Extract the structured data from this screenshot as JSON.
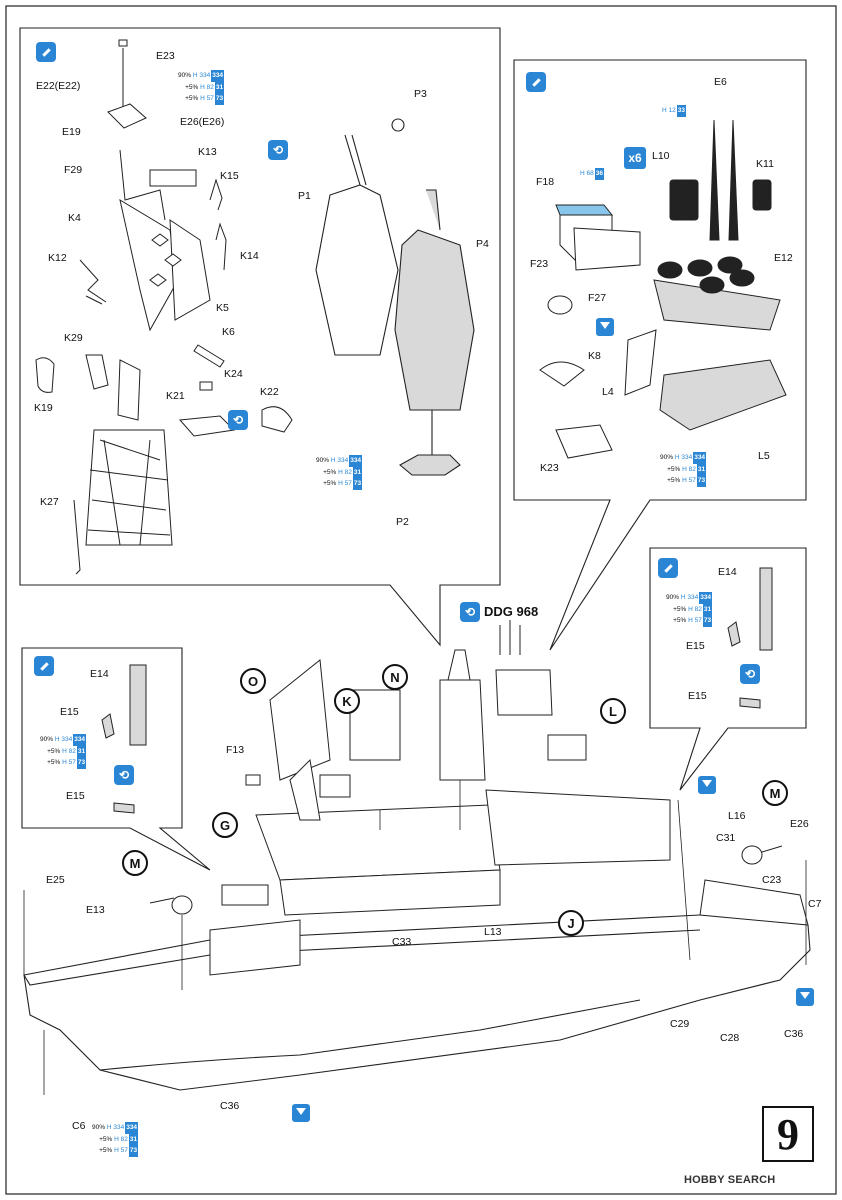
{
  "page_number": "9",
  "ship_label": "DDG 968",
  "multiplier": "x6",
  "watermark": "HOBBY SEARCH",
  "colors": {
    "accent": "#2a86d4",
    "line": "#222222",
    "part_fill": "#d9d9d9"
  },
  "paint_mix": [
    {
      "pct": "90%",
      "h": "H",
      "num": "334",
      "code": "334"
    },
    {
      "pct": "+5%",
      "h": "H",
      "num": "82",
      "code": "31"
    },
    {
      "pct": "+5%",
      "h": "H",
      "num": "57",
      "code": "73"
    }
  ],
  "paint_single": {
    "h": "H",
    "num": "68",
    "code": "36"
  },
  "paint_single2": {
    "h": "H",
    "num": "12",
    "code": "33"
  },
  "labels": {
    "E23": "E23",
    "E22": "E22(E22)",
    "E19": "E19",
    "E26a": "E26(E26)",
    "F29": "F29",
    "K13": "K13",
    "K15": "K15",
    "K4": "K4",
    "K12": "K12",
    "K14": "K14",
    "K5": "K5",
    "K29": "K29",
    "K6": "K6",
    "K19": "K19",
    "K24": "K24",
    "K21": "K21",
    "K22": "K22",
    "K27": "K27",
    "P3": "P3",
    "P1": "P1",
    "P4": "P4",
    "P2": "P2",
    "E6": "E6",
    "L10": "L10",
    "K11": "K11",
    "F18": "F18",
    "F23": "F23",
    "E12": "E12",
    "F27": "F27",
    "K8": "K8",
    "L4": "L4",
    "K23": "K23",
    "L5": "L5",
    "E14a": "E14",
    "E15a": "E15",
    "E15b": "E15",
    "E14b": "E14",
    "E15c": "E15",
    "E15d": "E15",
    "F13": "F13",
    "C33": "C33",
    "L13": "L13",
    "L16": "L16",
    "C31": "C31",
    "E26b": "E26",
    "C23": "C23",
    "C7": "C7",
    "E25": "E25",
    "E13": "E13",
    "C29": "C29",
    "C28": "C28",
    "C36a": "C36",
    "C36b": "C36",
    "C6": "C6"
  },
  "circles": {
    "O": "O",
    "K": "K",
    "N": "N",
    "L": "L",
    "G": "G",
    "J": "J",
    "M1": "M",
    "M2": "M"
  }
}
